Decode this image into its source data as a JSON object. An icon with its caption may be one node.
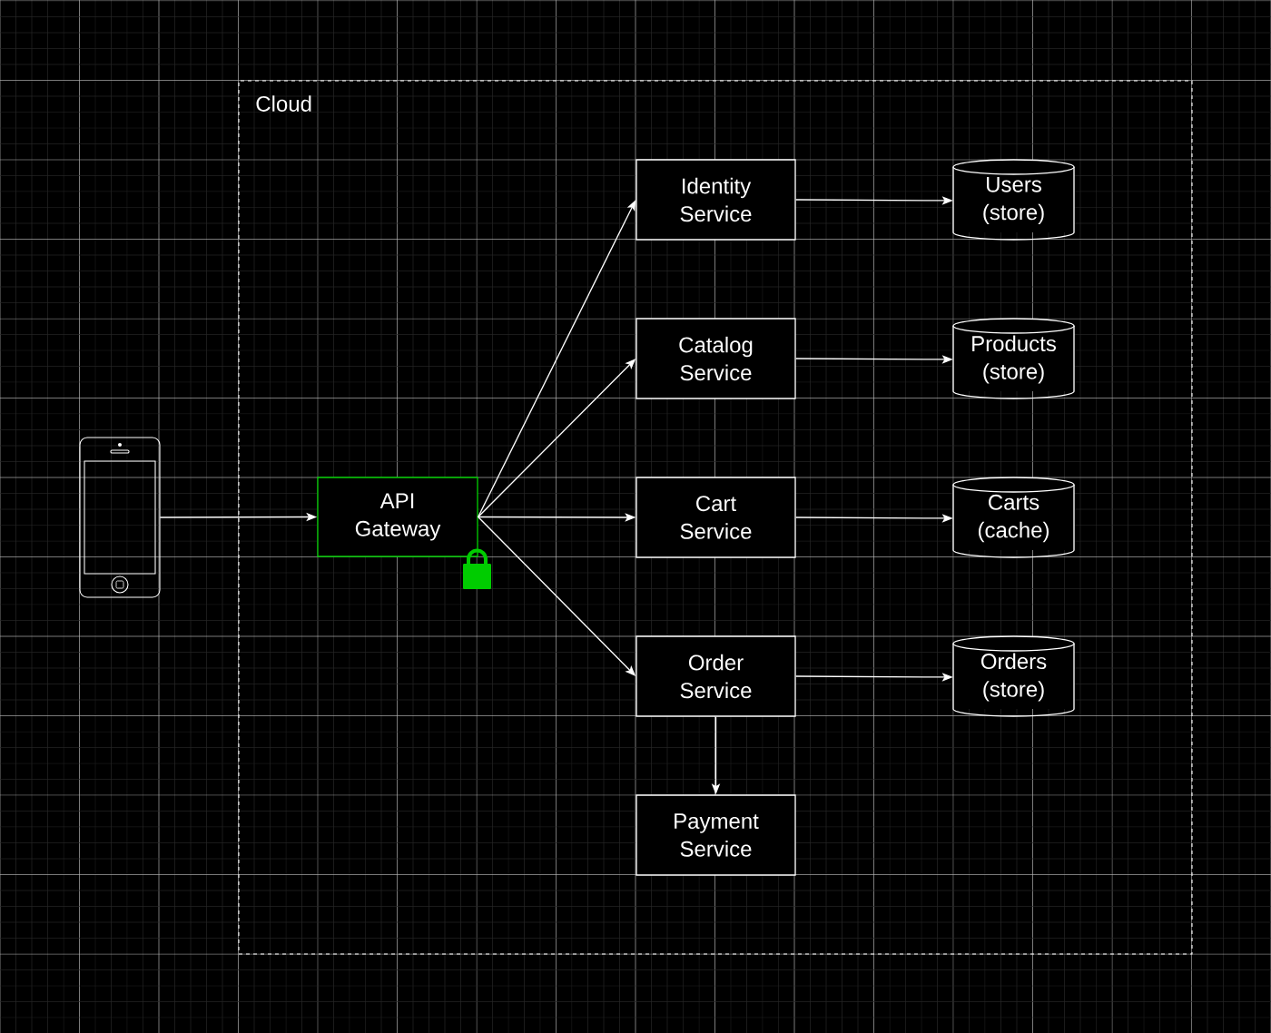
{
  "diagram": {
    "nodes": [
      {
        "text": [
          "Cloud"
        ]
      },
      {
        "text": [],
        "shape": "picture"
      },
      {
        "text": [
          "API Gateway"
        ],
        "in": 0
      },
      {
        "text": [
          "Identity Service"
        ],
        "in": 0
      },
      {
        "text": [
          "Catalog Service"
        ],
        "in": 0
      },
      {
        "text": [
          "Cart Service"
        ],
        "in": 0
      },
      {
        "text": [
          "Order Service"
        ],
        "in": 0
      },
      {
        "text": [
          "Payment Service"
        ],
        "in": 0
      },
      {
        "text": [
          "Users (store)"
        ],
        "in": 0
      },
      {
        "text": [
          "Products (store)"
        ],
        "in": 0
      },
      {
        "text": [
          "Carts (cache)"
        ],
        "in": 0
      },
      {
        "text": [
          "Orders (store)"
        ],
        "in": 0
      }
    ],
    "edges": [
      {
        "from": 1,
        "to": 2,
        "arrow": "to"
      },
      {
        "from": 2,
        "to": 3,
        "arrow": "to"
      },
      {
        "from": 2,
        "to": 4,
        "arrow": "to"
      },
      {
        "from": 2,
        "to": 5,
        "arrow": "to"
      },
      {
        "from": 2,
        "to": 6,
        "arrow": "to"
      },
      {
        "from": 3,
        "to": 8,
        "arrow": "to"
      },
      {
        "from": 4,
        "to": 9,
        "arrow": "to"
      },
      {
        "from": 5,
        "to": 10,
        "arrow": "to"
      },
      {
        "from": 6,
        "to": 11,
        "arrow": "to"
      },
      {
        "from": 6,
        "to": 7,
        "arrow": "to"
      }
    ]
  }
}
